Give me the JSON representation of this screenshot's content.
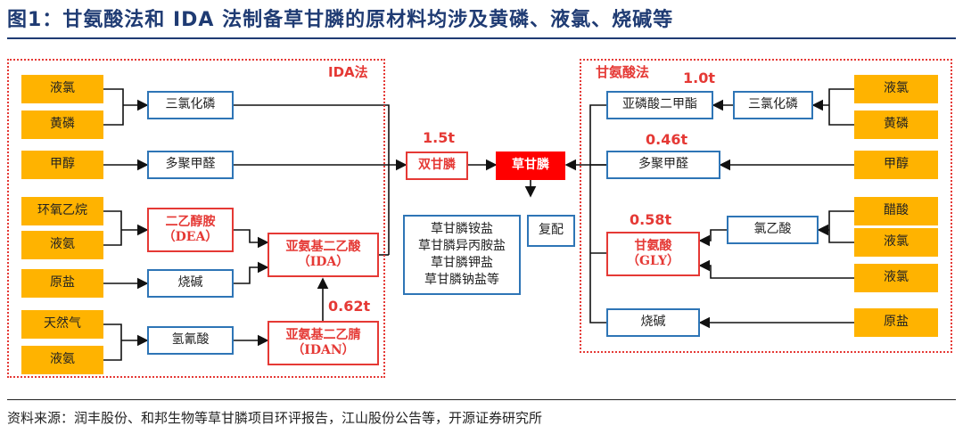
{
  "title": "图1：甘氨酸法和 IDA 法制备草甘膦的原材料均涉及黄磷、液氯、烧碱等",
  "source": "资料来源：润丰股份、和邦生物等草甘膦项目环评报告，江山股份公告等，开源证券研究所",
  "groups": {
    "ida": "IDA法",
    "gly": "甘氨酸法"
  },
  "nodes": {
    "l_yelv1": "液氯",
    "l_huanglin": "黄磷",
    "l_jiachun": "甲醇",
    "l_huanyang": "环氧乙烷",
    "l_yean1": "液氨",
    "l_yuanyan1": "原盐",
    "l_tianran": "天然气",
    "l_yean2": "液氨",
    "sanlv1": "三氯化磷",
    "duoju1": "多聚甲醛",
    "deaCn": "二乙醇胺",
    "deaEn": "（DEA）",
    "shaojian1": "烧碱",
    "qingqing": "氢氰酸",
    "idaCn": "亚氨基二乙酸",
    "idaEn": "（IDA）",
    "idanCn": "亚氨基二乙腈",
    "idanEn": "（IDAN）",
    "shuang": "双甘膦",
    "caogan": "草甘膦",
    "salt1": "草甘膦铵盐",
    "salt2": "草甘膦异丙胺盐",
    "salt3": "草甘膦钾盐",
    "salt4": "草甘膦钠盐等",
    "fupei": "复配",
    "yalin": "亚磷酸二甲酯",
    "sanlv2": "三氯化磷",
    "duoju2": "多聚甲醛",
    "glyCn": "甘氨酸",
    "glyEn": "（GLY）",
    "lvyisuan": "氯乙酸",
    "shaojian2": "烧碱",
    "r_yelv1": "液氯",
    "r_huanglin": "黄磷",
    "r_jiachun": "甲醇",
    "r_cusuan": "醋酸",
    "r_yelv2": "液氯",
    "r_yelv3": "液氯",
    "r_yuanyan": "原盐"
  },
  "numbers": {
    "idan": "0.62t",
    "shuang": "1.5t",
    "yalin": "1.0t",
    "duoju": "0.46t",
    "gly": "0.58t"
  },
  "colors": {
    "raw": "#ffb300",
    "blue": "#2e75b6",
    "red": "#e53935",
    "title": "#1f3b73"
  }
}
